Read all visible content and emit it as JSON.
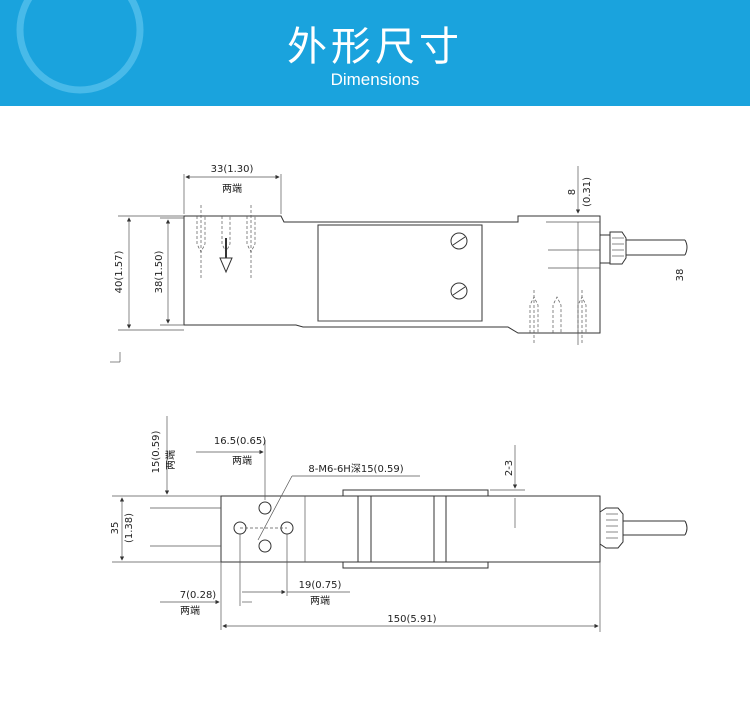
{
  "header": {
    "title_cn": "外形尺寸",
    "title_en": "Dimensions",
    "background": "#1aa3dd"
  },
  "side_view": {
    "top_width": "33(1.30)",
    "top_width_note": "两端",
    "height_total": "40(1.57)",
    "height_body": "38(1.50)",
    "right_top": "8",
    "right_top_in": "(0.31)",
    "right_side": "38"
  },
  "top_view": {
    "left_offset": "15(0.59)",
    "left_offset_note": "两端",
    "hole_spacing": "16.5(0.65)",
    "hole_spacing_note": "两端",
    "thread": "8-M6-6H深15(0.59)",
    "gap": "2-3",
    "width": "35",
    "width_in": "(1.38)",
    "edge": "7(0.28)",
    "edge_note": "两端",
    "hole_pitch": "19(0.75)",
    "hole_pitch_note": "两端",
    "length": "150(5.91)"
  }
}
